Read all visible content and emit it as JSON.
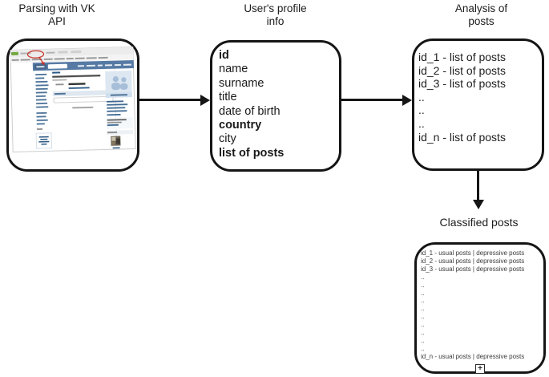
{
  "stages": [
    {
      "title": "Parsing with VK API"
    },
    {
      "title": "User's profile info"
    },
    {
      "title": "Analysis of posts"
    },
    {
      "title": "Classified posts"
    }
  ],
  "profile_box": {
    "fields": [
      {
        "text": "id",
        "bold": true
      },
      {
        "text": "name",
        "bold": false
      },
      {
        "text": "surname",
        "bold": false
      },
      {
        "text": "title",
        "bold": false
      },
      {
        "text": "date of birth",
        "bold": false
      },
      {
        "text": "country",
        "bold": true
      },
      {
        "text": "city",
        "bold": false
      },
      {
        "text": "list of posts",
        "bold": true
      }
    ]
  },
  "analysis_box": {
    "lines": [
      "id_1 - list of posts",
      "id_2 - list of posts",
      "id_3 - list of posts",
      "..",
      "..",
      "..",
      "id_n - list of posts"
    ]
  },
  "classified_box": {
    "lines": [
      "id_1 - usual posts | depressive posts",
      "id_2 - usual posts | depressive posts",
      "id_3 - usual posts | depressive posts",
      "..",
      "..",
      "..",
      "..",
      "..",
      "..",
      "..",
      "..",
      "..",
      "..",
      "id_n - usual posts | depressive posts"
    ],
    "handle_symbol": "+"
  },
  "colors": {
    "outline": "#151515",
    "annotation_red": "#c63328",
    "vk_header_blue": "#567aa4",
    "vk_logo_blue": "#44658c",
    "vk_link_blue": "#2a5885",
    "vk_panel_blue": "#dce7f1",
    "secure_green": "#74a843"
  }
}
